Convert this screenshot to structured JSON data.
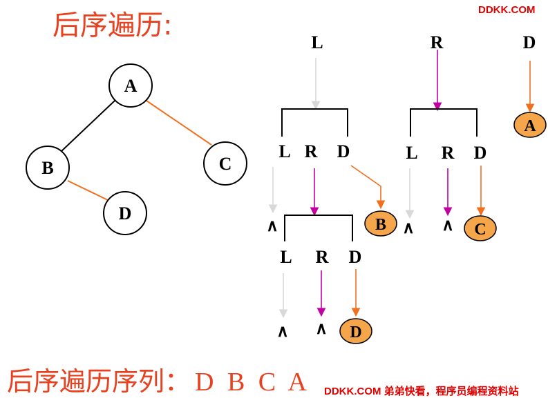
{
  "title": "后序遍历:",
  "watermark_top": "DDKK.COM",
  "watermark_bottom": "DDKK.COM 弟弟快看，程序员编程资料站",
  "sequence": {
    "label": "后序遍历序列：",
    "value": "D B C A"
  },
  "tree": {
    "nodes": [
      {
        "id": "A",
        "label": "A"
      },
      {
        "id": "B",
        "label": "B"
      },
      {
        "id": "C",
        "label": "C"
      },
      {
        "id": "D",
        "label": "D"
      }
    ],
    "edges": [
      {
        "from": "A",
        "to": "B",
        "color": "#000000"
      },
      {
        "from": "A",
        "to": "C",
        "color": "#f07020"
      },
      {
        "from": "B",
        "to": "D",
        "color": "#f07020"
      }
    ]
  },
  "trace": {
    "top_labels": [
      "L",
      "R",
      "D"
    ],
    "level2_left_labels": [
      "L",
      "R",
      "D"
    ],
    "level2_right_labels": [
      "L",
      "R",
      "D"
    ],
    "level3_labels": [
      "L",
      "R",
      "D"
    ],
    "empty_symbol": "∧",
    "visited": [
      "A",
      "B",
      "C",
      "D"
    ]
  },
  "colors": {
    "accent_orange": "#f07020",
    "visited_fill": "#f6a64a",
    "right_arrow": "#c000a0",
    "left_arrow": "#d8d8d8",
    "title_red": "#e8411f"
  }
}
